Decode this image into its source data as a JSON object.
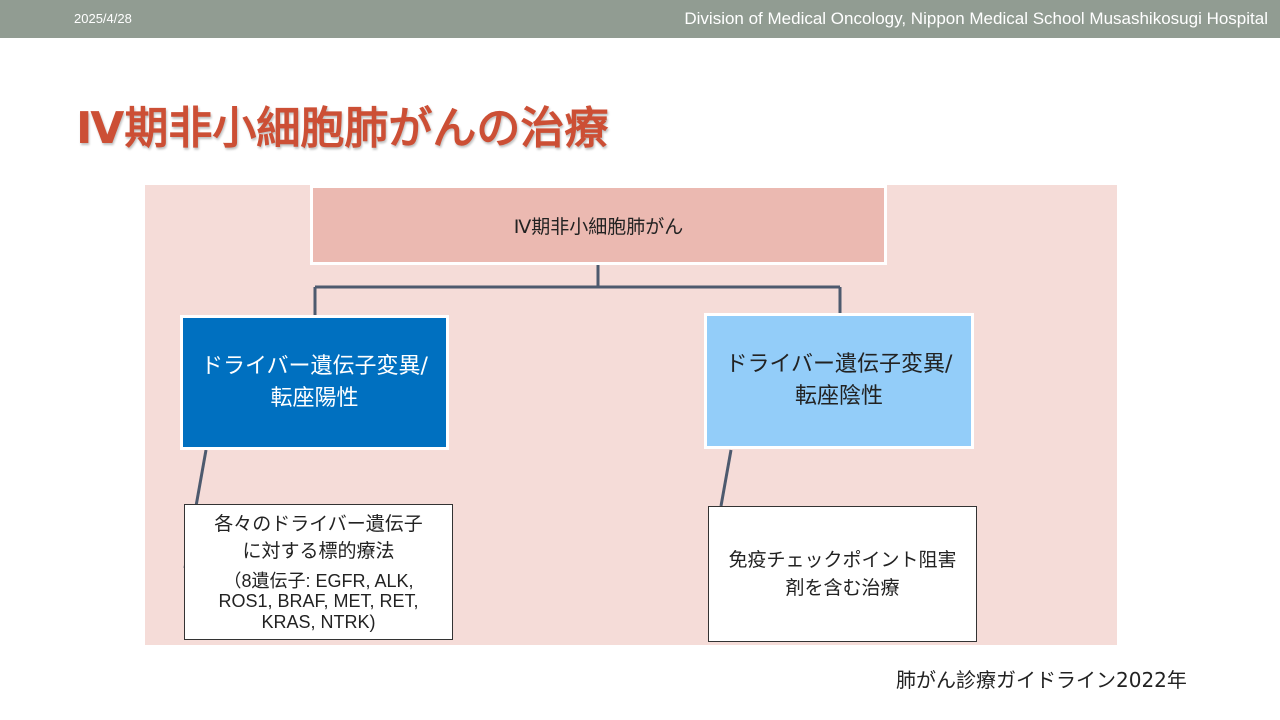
{
  "header": {
    "date": "2025/4/28",
    "institution": "Division of Medical Oncology, Nippon Medical School Musashikosugi Hospital"
  },
  "slide": {
    "title": "Ⅳ期非小細胞肺がんの治療",
    "source": "肺がん診療ガイドライン2022年"
  },
  "diagram": {
    "root": "Ⅳ期非小細胞肺がん",
    "driver_positive": "ドライバー遺伝子変異/\n転座陽性",
    "driver_negative": "ドライバー遺伝子変異/\n転座陰性",
    "targeted_therapy": "各々のドライバー遺伝子\nに対する標的療法",
    "targeted_genes": "（8遺伝子: EGFR, ALK,\nROS1, BRAF, MET, RET,\nKRAS, NTRK)",
    "immunotherapy": "免疫チェックポイント阻害\n剤を含む治療"
  },
  "colors": {
    "header_bar": "#919c92",
    "title": "#cc4f35",
    "panel": "#f5dcd8",
    "root_box": "#ebb9b1",
    "positive_box": "#0070c0",
    "negative_box": "#93cdf9",
    "connector": "#4d5a6e"
  }
}
